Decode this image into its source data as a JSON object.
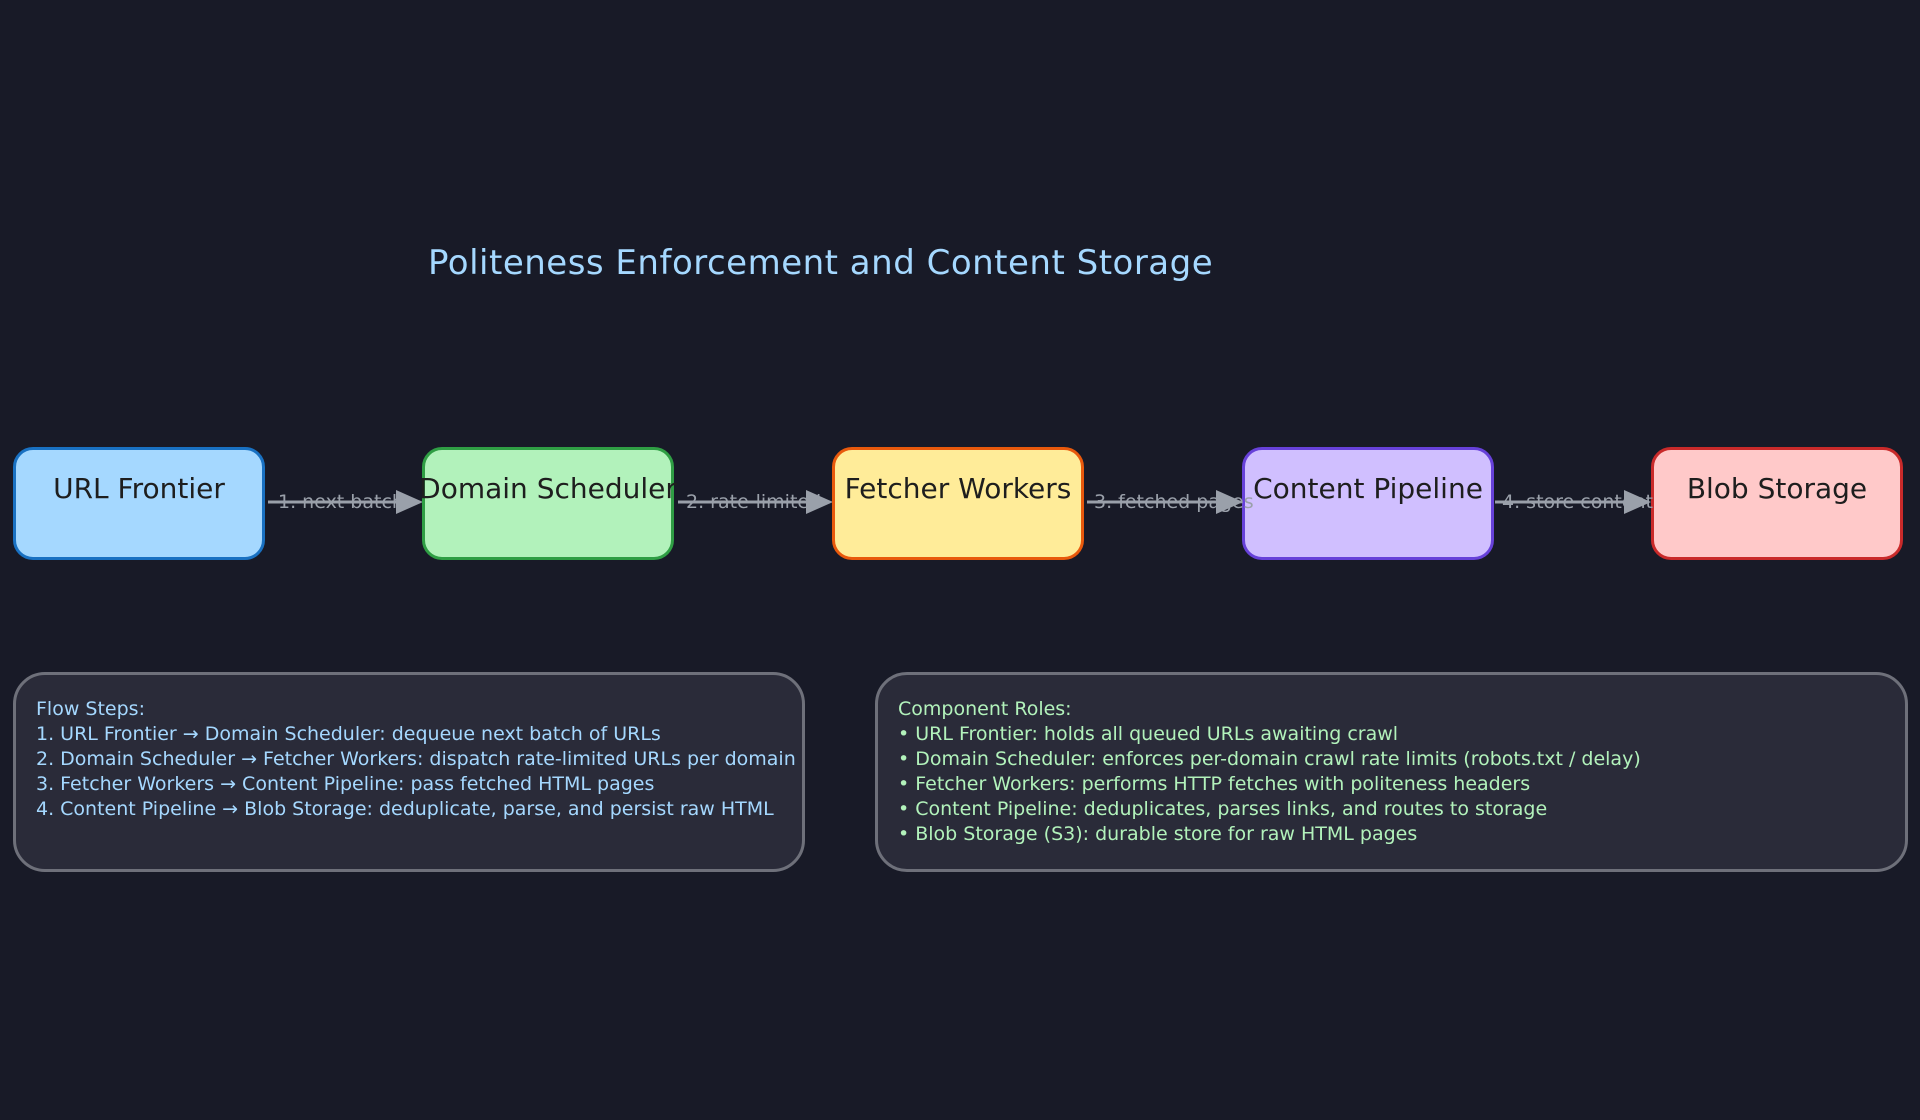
{
  "title": "Politeness Enforcement and Content Storage",
  "nodes": [
    {
      "label": "URL Frontier",
      "fill": "#a5d8ff",
      "stroke": "#1971c2"
    },
    {
      "label": "Domain Scheduler",
      "fill": "#b2f2bb",
      "stroke": "#2f9e44"
    },
    {
      "label": "Fetcher Workers",
      "fill": "#ffec99",
      "stroke": "#e8590c"
    },
    {
      "label": "Content Pipeline",
      "fill": "#d0bfff",
      "stroke": "#6741d9"
    },
    {
      "label": "Blob Storage",
      "fill": "#ffc9c9",
      "stroke": "#c92a2a"
    }
  ],
  "edges": [
    {
      "label": "1. next batch"
    },
    {
      "label": "2. rate-limited"
    },
    {
      "label": "3. fetched pages"
    },
    {
      "label": "4. store content"
    }
  ],
  "flow_steps": {
    "heading": "Flow Steps:",
    "lines": [
      "1. URL Frontier → Domain Scheduler: dequeue next batch of URLs",
      "2. Domain Scheduler → Fetcher Workers: dispatch rate-limited URLs per domain",
      "3. Fetcher Workers → Content Pipeline: pass fetched HTML pages",
      "4. Content Pipeline → Blob Storage: deduplicate, parse, and persist raw HTML"
    ]
  },
  "component_roles": {
    "heading": "Component Roles:",
    "lines": [
      "• URL Frontier: holds all queued URLs awaiting crawl",
      "• Domain Scheduler: enforces per-domain crawl rate limits (robots.txt / delay)",
      "• Fetcher Workers: performs HTTP fetches with politeness headers",
      "• Content Pipeline: deduplicates, parses links, and routes to storage",
      "• Blob Storage (S3): durable store for raw HTML pages"
    ]
  },
  "colors": {
    "background": "#181a27",
    "title": "#a5d8ff",
    "edge": "#9aa0aa",
    "note_border": "#6e707a",
    "note_fill": "#2a2b39"
  }
}
